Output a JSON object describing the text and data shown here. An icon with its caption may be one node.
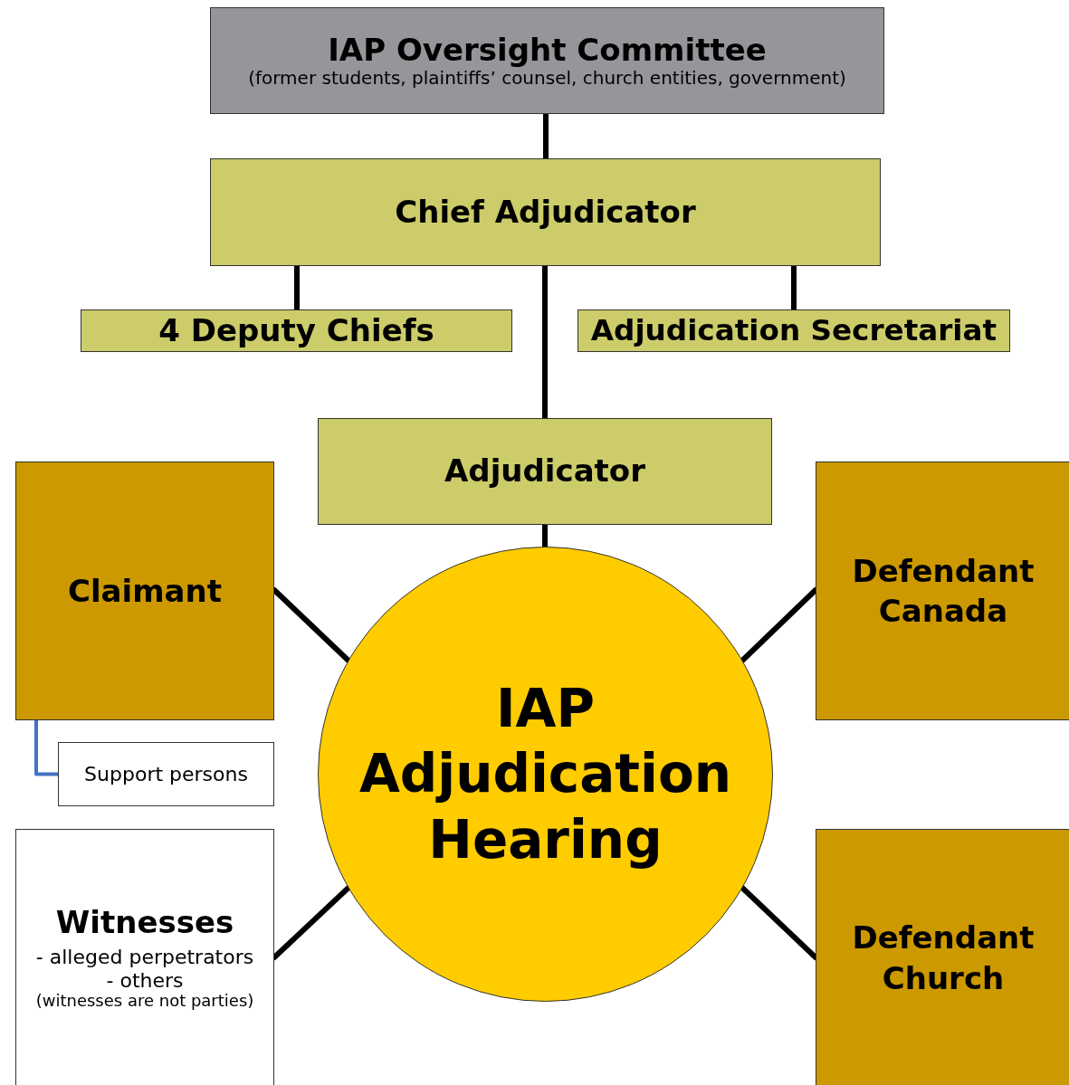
{
  "diagram": {
    "nodes": [
      {
        "text": [
          "IAP Oversight Committee",
          "(former students, plaintiffs’ counsel, church entities, government)"
        ]
      },
      {
        "text": [
          "Chief Adjudicator"
        ]
      },
      {
        "text": [
          "4 Deputy Chiefs"
        ]
      },
      {
        "text": [
          "Adjudication Secretariat"
        ]
      },
      {
        "text": [
          "Adjudicator"
        ]
      },
      {
        "text": [
          "Claimant"
        ]
      },
      {
        "text": [
          "Support persons"
        ]
      },
      {
        "text": [
          "IAP Adjudication Hearing"
        ]
      },
      {
        "text": [
          "Defendant Canada"
        ]
      },
      {
        "text": [
          "Witnesses",
          "- alleged perpetrators",
          "- others",
          "(witnesses are not parties)"
        ]
      },
      {
        "text": [
          "Defendant Church"
        ]
      }
    ],
    "edges": [
      {
        "from": 0,
        "to": 1,
        "arrow": "none"
      },
      {
        "from": 1,
        "to": 2,
        "arrow": "none"
      },
      {
        "from": 1,
        "to": 3,
        "arrow": "none"
      },
      {
        "from": 1,
        "to": 4,
        "arrow": "none"
      },
      {
        "from": 4,
        "to": 7,
        "arrow": "none"
      },
      {
        "from": 5,
        "to": 7,
        "arrow": "none"
      },
      {
        "from": 7,
        "to": 8,
        "arrow": "none"
      },
      {
        "from": 7,
        "to": 9,
        "arrow": "none"
      },
      {
        "from": 7,
        "to": 10,
        "arrow": "none"
      },
      {
        "from": 5,
        "to": 6,
        "arrow": "none",
        "color": "#4472c4"
      }
    ]
  }
}
